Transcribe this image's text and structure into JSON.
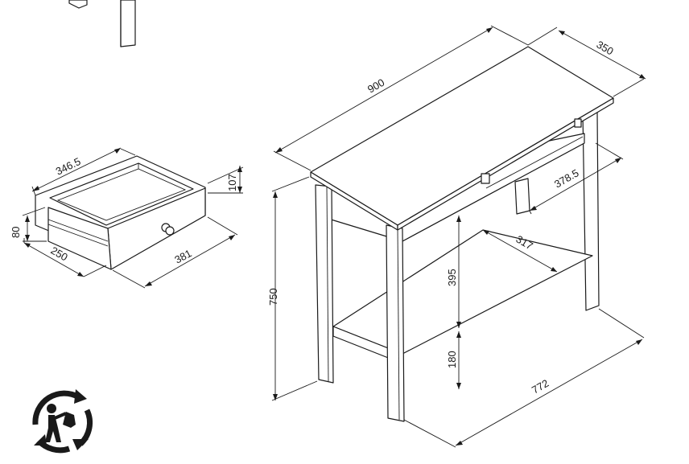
{
  "colors": {
    "line": "#1a1a1a",
    "background": "#ffffff"
  },
  "icons": {
    "recycling": "triman-recycling-icon"
  },
  "drawer": {
    "dims": {
      "width": "346.5",
      "height_front": "107",
      "height_side": "80",
      "depth_inner": "250",
      "depth_outer": "381"
    }
  },
  "table": {
    "dims": {
      "top_length": "900",
      "top_depth": "350",
      "height": "750",
      "drawer_depth": "378.5",
      "shelf_depth": "317",
      "upper_gap": "395",
      "lower_gap": "180",
      "footprint_length": "772"
    }
  }
}
